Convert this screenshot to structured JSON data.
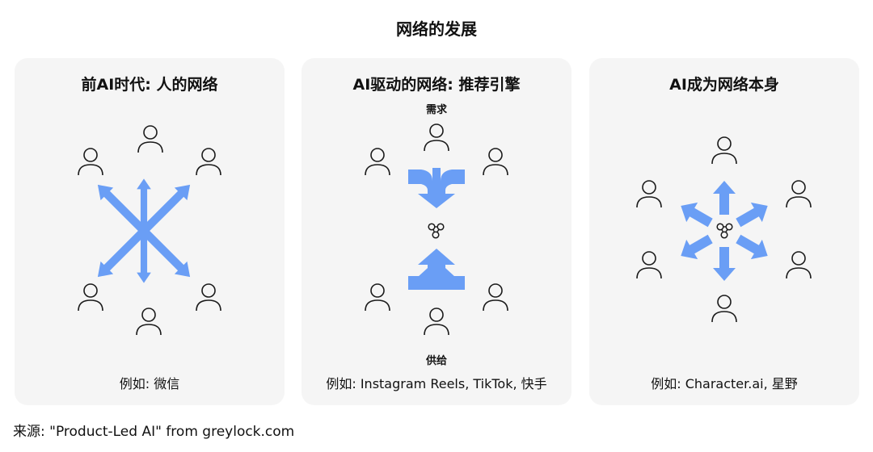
{
  "title": "网络的发展",
  "panels": [
    {
      "title": "前AI时代: 人的网络",
      "example": "例如: 微信"
    },
    {
      "title": "AI驱动的网络: 推荐引擎",
      "top_label": "需求",
      "bottom_label": "供给",
      "example": "例如: Instagram Reels, TikTok, 快手"
    },
    {
      "title": "AI成为网络本身",
      "example": "例如: Character.ai, 星野"
    }
  ],
  "source": "来源: \"Product-Led AI\" from greylock.com",
  "colors": {
    "arrow": "#6a9ef5",
    "panel_bg": "#f5f5f5",
    "icon_stroke": "#1a1a1a"
  },
  "icons": {
    "person": "person-icon",
    "network": "network-node-icon"
  }
}
